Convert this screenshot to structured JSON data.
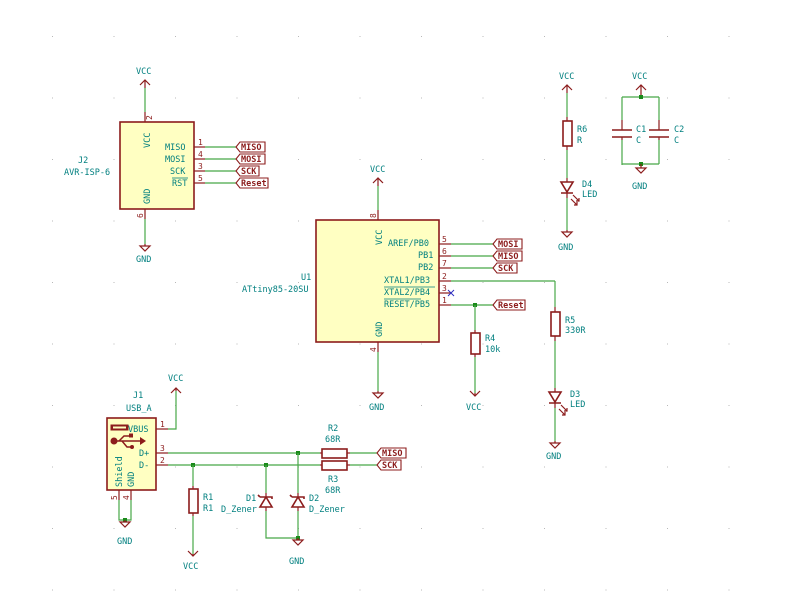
{
  "colors": {
    "wire": "#48a848",
    "pin": "#8c1c1c",
    "body_fill": "#ffffc2",
    "text": "#007f7f",
    "junction": "#1a8a1a",
    "no_connect": "#3030c0"
  },
  "power": {
    "vcc": "VCC",
    "gnd": "GND"
  },
  "j2": {
    "ref": "J2",
    "value": "AVR-ISP-6",
    "pin_vcc": {
      "num": "2",
      "name": "VCC"
    },
    "pin_gnd": {
      "num": "6",
      "name": "GND"
    },
    "pins": [
      {
        "num": "1",
        "name": "MISO",
        "label": "MISO"
      },
      {
        "num": "4",
        "name": "MOSI",
        "label": "MOSI"
      },
      {
        "num": "3",
        "name": "SCK",
        "label": "SCK"
      },
      {
        "num": "5",
        "name": "RST",
        "label": "Reset"
      }
    ]
  },
  "u1": {
    "ref": "U1",
    "value": "ATtiny85-20SU",
    "pin_vcc": {
      "num": "8",
      "name": "VCC"
    },
    "pin_gnd": {
      "num": "4",
      "name": "GND"
    },
    "pins": [
      {
        "num": "5",
        "name": "AREF/PB0",
        "label": "MOSI"
      },
      {
        "num": "6",
        "name": "PB1",
        "label": "MISO"
      },
      {
        "num": "7",
        "name": "PB2",
        "label": "SCK"
      },
      {
        "num": "2",
        "name": "XTAL1/PB3",
        "label": ""
      },
      {
        "num": "3",
        "name": "XTAL2/PB4",
        "label": ""
      },
      {
        "num": "1",
        "name": "RESET/PB5",
        "label": "Reset"
      }
    ]
  },
  "r4": {
    "ref": "R4",
    "value": "10k"
  },
  "r5": {
    "ref": "R5",
    "value": "330R"
  },
  "r6": {
    "ref": "R6",
    "value": "R"
  },
  "d3": {
    "ref": "D3",
    "value": "LED"
  },
  "d4": {
    "ref": "D4",
    "value": "LED"
  },
  "c1": {
    "ref": "C1",
    "value": "C"
  },
  "c2": {
    "ref": "C2",
    "value": "C"
  },
  "j1": {
    "ref": "J1",
    "value": "USB_A",
    "pins": [
      {
        "num": "1",
        "name": "VBUS"
      },
      {
        "num": "3",
        "name": "D+"
      },
      {
        "num": "2",
        "name": "D-"
      },
      {
        "num": "5",
        "name": "Shield"
      },
      {
        "num": "4",
        "name": "GND"
      }
    ]
  },
  "r1": {
    "ref": "R1",
    "value": "R1"
  },
  "r2": {
    "ref": "R2",
    "value": "68R",
    "label": "MISO"
  },
  "r3": {
    "ref": "R3",
    "value": "68R",
    "label": "SCK"
  },
  "d1": {
    "ref": "D1",
    "value": "D_Zener"
  },
  "d2": {
    "ref": "D2",
    "value": "D_Zener"
  }
}
